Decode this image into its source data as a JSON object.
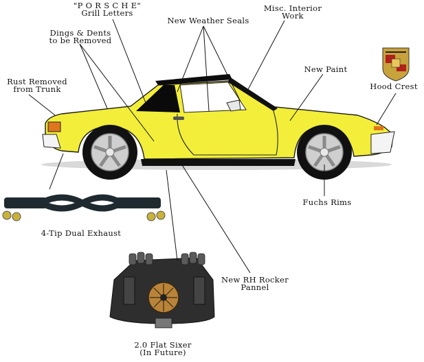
{
  "callouts": {
    "grill_letters": {
      "line1": "\"P O R S C H E\"",
      "line2": "Grill Letters"
    },
    "dings_dents": {
      "line1": "Dings & Dents",
      "line2": "to be Removed"
    },
    "weather_seals": "New Weather Seals",
    "interior_work": {
      "line1": "Misc. Interior",
      "line2": "Work"
    },
    "rust_removed": {
      "line1": "Rust Removed",
      "line2": "from Trunk"
    },
    "new_paint": "New Paint",
    "hood_crest": "Hood Crest",
    "fuchs_rims": "Fuchs Rims",
    "dual_exhaust": "4-Tip Dual Exhaust",
    "rocker_panel": {
      "line1": "New RH Rocker",
      "line2": "Pannel"
    },
    "flat_six": {
      "line1": "2.0 Flat Sixer",
      "line2": "(In Future)"
    }
  },
  "colors": {
    "body_paint": "#f2ee3a",
    "body_outline": "#1a1a1a",
    "tires": "#111111",
    "rims": "#cfcfcf",
    "exhaust": "#1f2a30",
    "exhaust_tips": "#c9b23a",
    "crest_gold": "#c8a23a",
    "crest_red": "#b0201c"
  },
  "icons": [
    "porsche-crest-icon",
    "exhaust-icon",
    "engine-icon"
  ]
}
